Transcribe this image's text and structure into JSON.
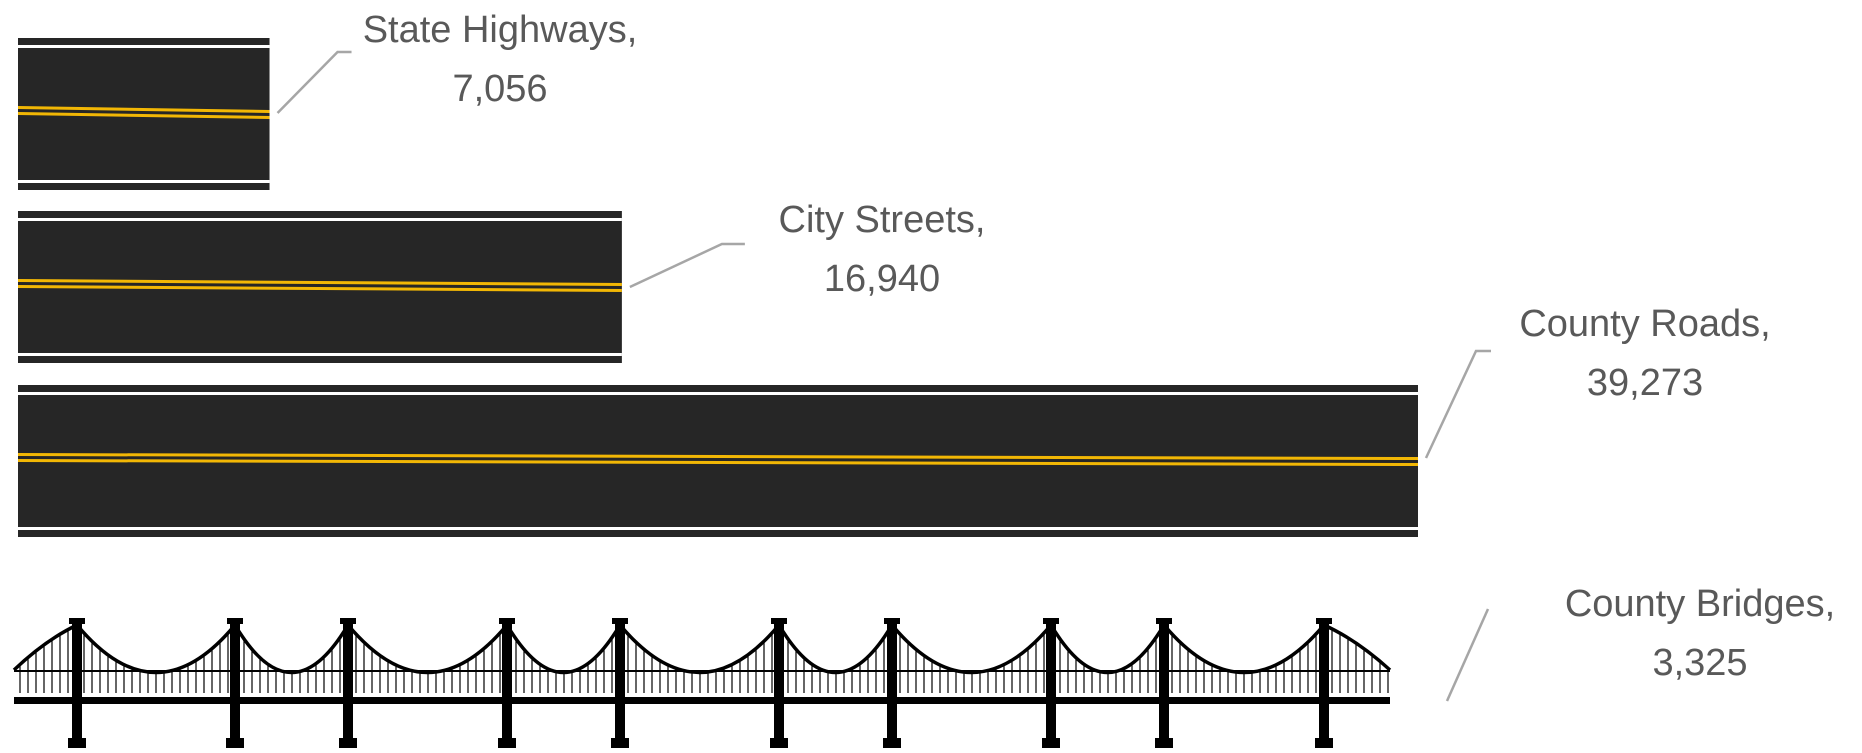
{
  "chart_data": {
    "type": "bar",
    "orientation": "horizontal",
    "categories": [
      "State Highways",
      "City Streets",
      "County Roads",
      "County Bridges"
    ],
    "values": [
      7056,
      16940,
      39273,
      3325
    ],
    "labels": [
      {
        "name": "State Highways,",
        "value": "7,056"
      },
      {
        "name": "City Streets,",
        "value": "16,940"
      },
      {
        "name": "County Roads,",
        "value": "39,273"
      },
      {
        "name": "County Bridges,",
        "value": "3,325"
      }
    ],
    "marks": {
      "road": "asphalt road",
      "bridge": "suspension bridge"
    }
  },
  "colors": {
    "asphalt": "#262626",
    "edge_line": "#ffffff",
    "center_line": "#f2b705",
    "leader": "#a6a6a6",
    "label_text": "#595959",
    "bridge": "#000000"
  }
}
